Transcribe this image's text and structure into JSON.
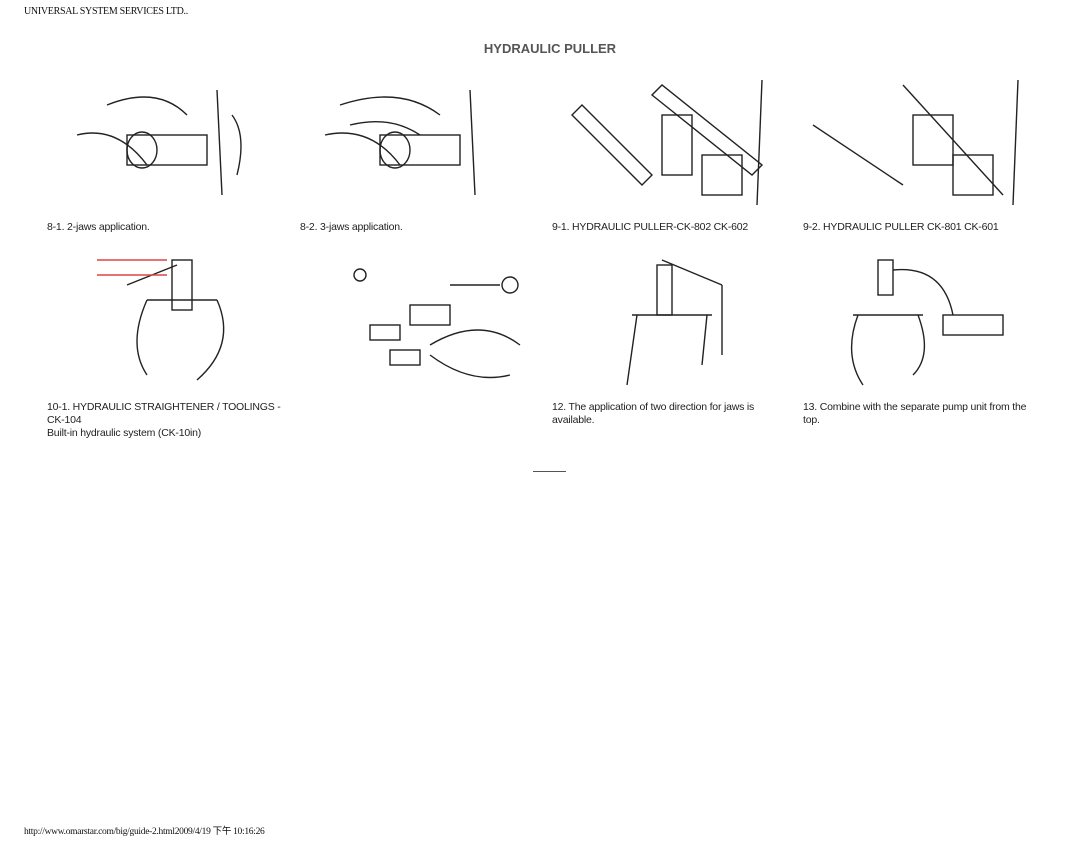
{
  "header": {
    "company": "UNIVERSAL SYSTEM SERVICES LTD.."
  },
  "page_title": "HYDRAULIC PULLER",
  "items": [
    {
      "caption": "8-1. 2-jaws application."
    },
    {
      "caption": "8-2. 3-jaws application."
    },
    {
      "caption": "9-1. HYDRAULIC PULLER-CK-802 CK-602"
    },
    {
      "caption": "9-2. HYDRAULIC PULLER CK-801 CK-601"
    },
    {
      "caption": "10-1. HYDRAULIC STRAIGHTENER / TOOLINGS - CK-104",
      "caption2": "Built-in hydraulic system (CK-10in)"
    },
    {
      "caption": ""
    },
    {
      "caption": "12. The application of two direction for jaws is available."
    },
    {
      "caption": "13. Combine with the separate pump unit from the top."
    }
  ],
  "footer": {
    "url_date": "http://www.omarstar.com/big/guide-2.html2009/4/19 下午 10:16:26"
  }
}
